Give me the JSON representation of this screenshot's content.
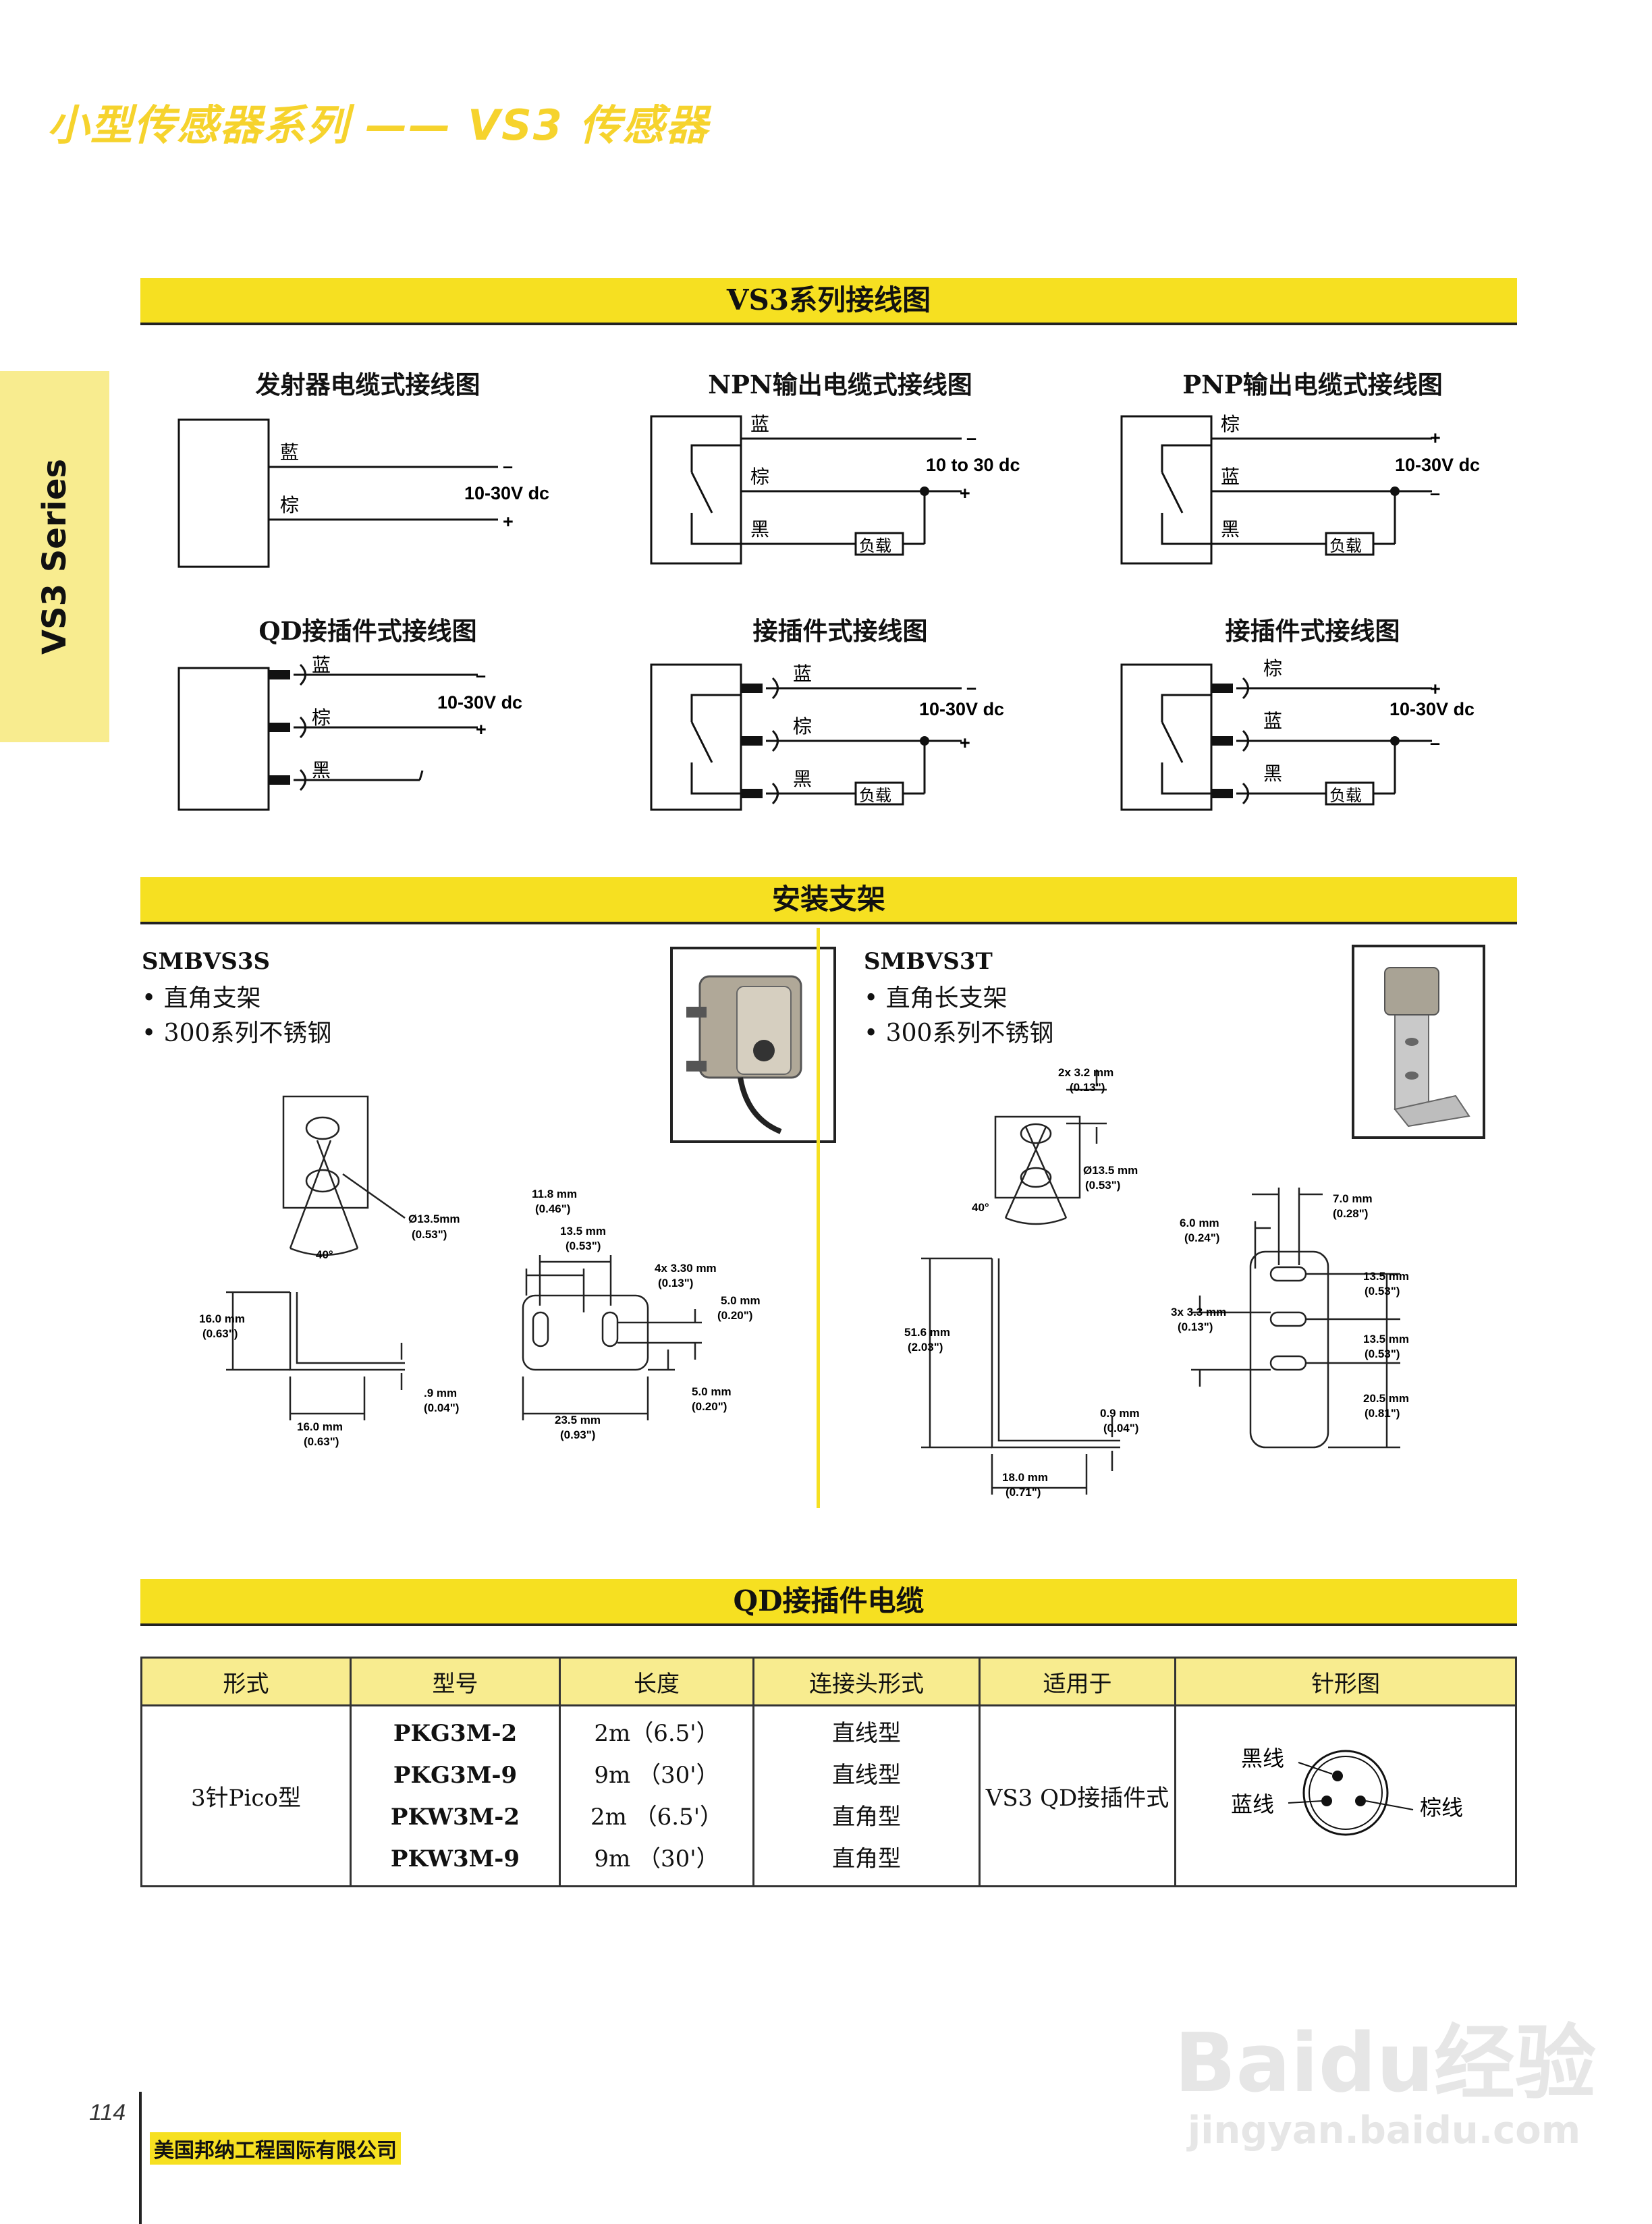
{
  "header": {
    "title": "小型传感器系列 —— VS3 传感器",
    "side_tab": "VS3 Series"
  },
  "wiring": {
    "band_title": "VS3系列接线图",
    "diagrams": [
      {
        "title": "发射器电缆式接线图",
        "wires": [
          "藍",
          "棕"
        ],
        "voltage": "10-30V dc",
        "signs": [
          "–",
          "+"
        ]
      },
      {
        "title": "NPN输出电缆式接线图",
        "wires": [
          "蓝",
          "棕",
          "黑"
        ],
        "voltage": "10 to 30 dc",
        "signs": [
          "–",
          "+"
        ],
        "load": "负载"
      },
      {
        "title": "PNP输出电缆式接线图",
        "wires": [
          "棕",
          "蓝",
          "黑"
        ],
        "voltage": "10-30V dc",
        "signs": [
          "+",
          "–"
        ],
        "load": "负载"
      },
      {
        "title": "QD接插件式接线图",
        "wires": [
          "蓝",
          "棕",
          "黑"
        ],
        "voltage": "10-30V dc",
        "signs": [
          "–",
          "+"
        ]
      },
      {
        "title": "接插件式接线图",
        "wires": [
          "蓝",
          "棕",
          "黑"
        ],
        "voltage": "10-30V dc",
        "signs": [
          "–",
          "+"
        ],
        "load": "负载"
      },
      {
        "title": "接插件式接线图",
        "wires": [
          "棕",
          "蓝",
          "黑"
        ],
        "voltage": "10-30V dc",
        "signs": [
          "+",
          "–"
        ],
        "load": "负载"
      }
    ]
  },
  "brackets": {
    "band_title": "安装支架",
    "left": {
      "model": "SMBVS3S",
      "bullets": [
        "• 直角支架",
        "• 300系列不锈钢"
      ],
      "dims": {
        "hole": "Ø13.5mm",
        "hole_in": "(0.53\")",
        "angle": "40°",
        "h": "16.0 mm",
        "h_in": "(0.63\")",
        "w": "16.0 mm",
        "w_in": "(0.63\")",
        "t": ".9 mm",
        "t_in": "(0.04\")",
        "d1": "11.8 mm",
        "d1_in": "(0.46\")",
        "d2": "13.5 mm",
        "d2_in": "(0.53\")",
        "d3": "4x 3.30 mm",
        "d3_in": "(0.13\")",
        "d4": "5.0 mm",
        "d4_in": "(0.20\")",
        "d5": "5.0 mm",
        "d5_in": "(0.20\")",
        "d6": "23.5 mm",
        "d6_in": "(0.93\")"
      }
    },
    "right": {
      "model": "SMBVS3T",
      "bullets": [
        "• 直角长支架",
        "• 300系列不锈钢"
      ],
      "dims": {
        "slot": "2x 3.2 mm",
        "slot_in": "(0.13\")",
        "hole": "Ø13.5 mm",
        "hole_in": "(0.53\")",
        "angle": "40°",
        "h": "51.6 mm",
        "h_in": "(2.03\")",
        "t": "0.9 mm",
        "t_in": "(0.04\")",
        "w": "18.0 mm",
        "w_in": "(0.71\")",
        "d1": "7.0 mm",
        "d1_in": "(0.28\")",
        "d2": "6.0 mm",
        "d2_in": "(0.24\")",
        "d3": "13.5 mm",
        "d3_in": "(0.53\")",
        "d4": "3x 3.3 mm",
        "d4_in": "(0.13\")",
        "d5": "13.5 mm",
        "d5_in": "(0.53\")",
        "d6": "20.5 mm",
        "d6_in": "(0.81\")"
      }
    }
  },
  "cable": {
    "band_title": "QD接插件电缆",
    "headers": [
      "形式",
      "型号",
      "长度",
      "连接头形式",
      "适用于",
      "针形图"
    ],
    "form": "3针Pico型",
    "models": [
      "PKG3M-2",
      "PKG3M-9",
      "PKW3M-2",
      "PKW3M-9"
    ],
    "lengths": [
      "2m（6.5'）",
      "9m （30'）",
      "2m （6.5'）",
      "9m （30'）"
    ],
    "connectors": [
      "直线型",
      "直线型",
      "直角型",
      "直角型"
    ],
    "applies": "VS3 QD接插件式",
    "pins": {
      "black": "黑线",
      "blue": "蓝线",
      "brown": "棕线"
    }
  },
  "footer": {
    "page": "114",
    "company": "美国邦纳工程国际有限公司"
  },
  "watermark": {
    "main": "Baidu经验",
    "url": "jingyan.baidu.com"
  }
}
